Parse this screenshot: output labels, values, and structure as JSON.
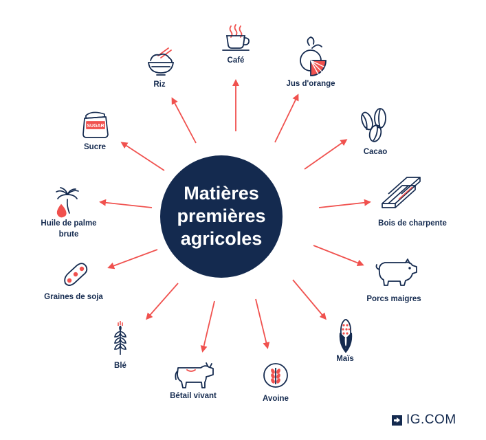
{
  "center": {
    "title_lines": [
      "Matières",
      "premières",
      "agricoles"
    ]
  },
  "colors": {
    "navy": "#142a4f",
    "arrow": "#f0514e",
    "accent": "#f0514e"
  },
  "items": [
    {
      "id": "cafe",
      "label": "Café",
      "icon": "coffee-cup-icon"
    },
    {
      "id": "jus-orange",
      "label": "Jus d'orange",
      "icon": "orange-icon"
    },
    {
      "id": "cacao",
      "label": "Cacao",
      "icon": "cocoa-beans-icon"
    },
    {
      "id": "bois",
      "label": "Bois de charpente",
      "icon": "lumber-icon"
    },
    {
      "id": "porcs",
      "label": "Porcs maigres",
      "icon": "pig-icon"
    },
    {
      "id": "mais",
      "label": "Maïs",
      "icon": "corn-icon"
    },
    {
      "id": "avoine",
      "label": "Avoine",
      "icon": "oat-icon"
    },
    {
      "id": "betail",
      "label": "Bétail vivant",
      "icon": "cow-icon"
    },
    {
      "id": "ble",
      "label": "Blé",
      "icon": "wheat-icon"
    },
    {
      "id": "soja",
      "label": "Graines de soja",
      "icon": "soybean-icon"
    },
    {
      "id": "palme",
      "label": "Huile de palme brute",
      "icon": "palm-oil-icon"
    },
    {
      "id": "sucre",
      "label": "Sucre",
      "icon": "sugar-bag-icon"
    },
    {
      "id": "riz",
      "label": "Riz",
      "icon": "rice-bowl-icon"
    }
  ],
  "sugar_bag_text": "SUGAR",
  "brand": {
    "name": "IG.COM",
    "icon": "ig-arrow-icon"
  }
}
